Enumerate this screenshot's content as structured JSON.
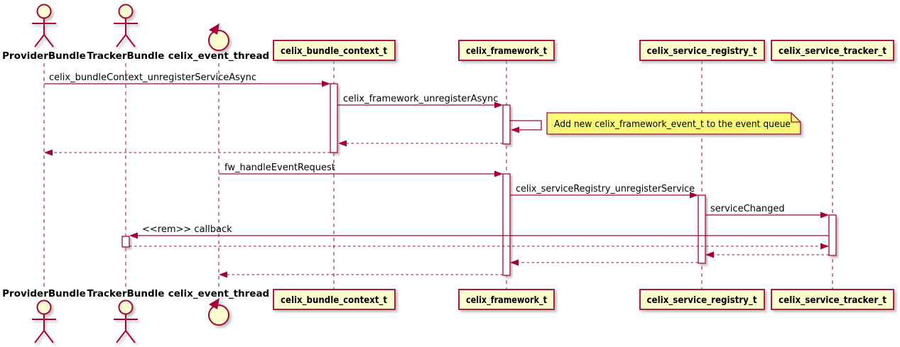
{
  "diagram": {
    "type": "uml-sequence",
    "colors": {
      "line": "#A80036",
      "participant_fill": "#FEFECE",
      "note_fill": "#FBFB77",
      "activation_fill": "#FFFFFF",
      "text": "#000000"
    },
    "participants": [
      {
        "label": "ProviderBundle",
        "kind": "actor"
      },
      {
        "label": "TrackerBundle",
        "kind": "actor"
      },
      {
        "label": "celix_event_thread",
        "kind": "control"
      },
      {
        "label": "celix_bundle_context_t",
        "kind": "participant"
      },
      {
        "label": "celix_framework_t",
        "kind": "participant"
      },
      {
        "label": "celix_service_registry_t",
        "kind": "participant"
      },
      {
        "label": "celix_service_tracker_t",
        "kind": "participant"
      }
    ],
    "messages": [
      {
        "label": "celix_bundleContext_unregisterServiceAsync",
        "from": "ProviderBundle",
        "to": "celix_bundle_context_t",
        "style": "solid"
      },
      {
        "label": "celix_framework_unregisterAsync",
        "from": "celix_bundle_context_t",
        "to": "celix_framework_t",
        "style": "solid"
      },
      {
        "label": "",
        "from": "celix_framework_t",
        "to": "celix_framework_t",
        "style": "self"
      },
      {
        "label": "",
        "from": "celix_framework_t",
        "to": "celix_bundle_context_t",
        "style": "return"
      },
      {
        "label": "",
        "from": "celix_bundle_context_t",
        "to": "ProviderBundle",
        "style": "return"
      },
      {
        "label": "fw_handleEventRequest",
        "from": "celix_event_thread",
        "to": "celix_framework_t",
        "style": "solid"
      },
      {
        "label": "celix_serviceRegistry_unregisterService",
        "from": "celix_framework_t",
        "to": "celix_service_registry_t",
        "style": "solid"
      },
      {
        "label": "serviceChanged",
        "from": "celix_service_registry_t",
        "to": "celix_service_tracker_t",
        "style": "solid"
      },
      {
        "label": "<<rem>> callback",
        "from": "celix_service_tracker_t",
        "to": "TrackerBundle",
        "style": "solid"
      },
      {
        "label": "",
        "from": "TrackerBundle",
        "to": "celix_service_tracker_t",
        "style": "return"
      },
      {
        "label": "",
        "from": "celix_service_tracker_t",
        "to": "celix_service_registry_t",
        "style": "return"
      },
      {
        "label": "",
        "from": "celix_service_registry_t",
        "to": "celix_framework_t",
        "style": "return"
      },
      {
        "label": "",
        "from": "celix_framework_t",
        "to": "celix_event_thread",
        "style": "return"
      }
    ],
    "note": {
      "text": "Add new celix_framework_event_t to the event queue"
    }
  }
}
